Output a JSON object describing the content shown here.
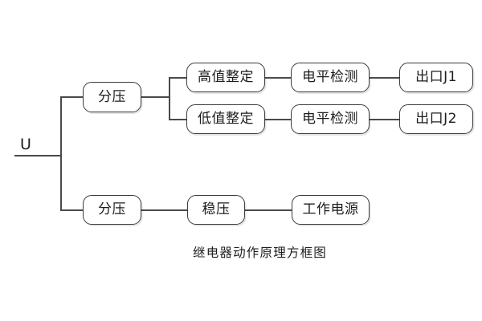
{
  "diagram": {
    "caption": "继电器动作原理方框图",
    "input_label": "U",
    "colors": {
      "background": "#ffffff",
      "line": "#4a4a4a",
      "box_border": "#3b3b3b",
      "text": "#1d1d1d"
    },
    "nodes": {
      "divider_top": "分压",
      "high_set": "高值整定",
      "low_set": "低值整定",
      "level_detect_1": "电平检测",
      "level_detect_2": "电平检测",
      "output_j1": "出口J1",
      "output_j2": "出口J2",
      "divider_bottom": "分压",
      "regulator": "稳压",
      "work_power": "工作电源"
    }
  }
}
